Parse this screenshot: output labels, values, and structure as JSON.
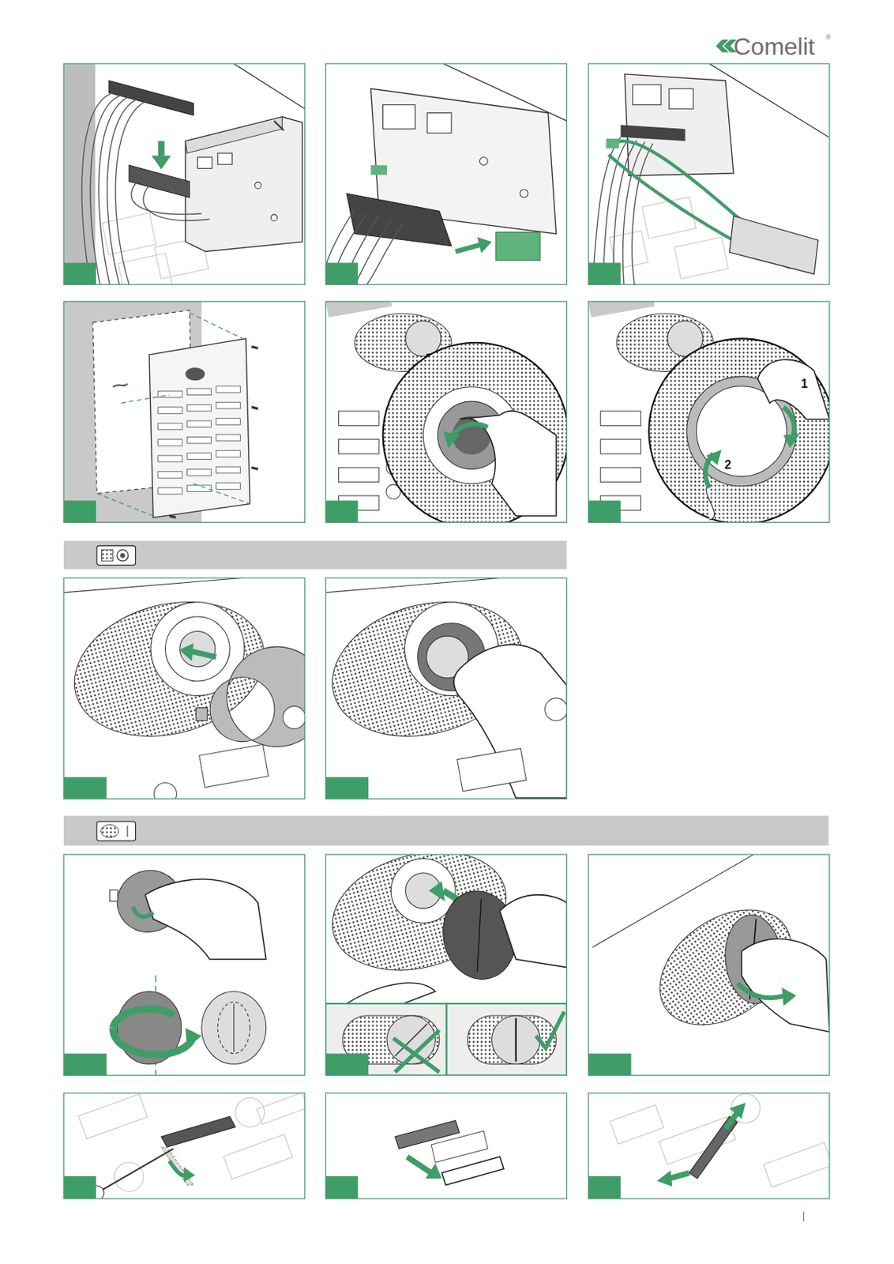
{
  "diagram": {
    "labels": [
      "Comelit",
      "®",
      "1",
      "2"
    ]
  }
}
